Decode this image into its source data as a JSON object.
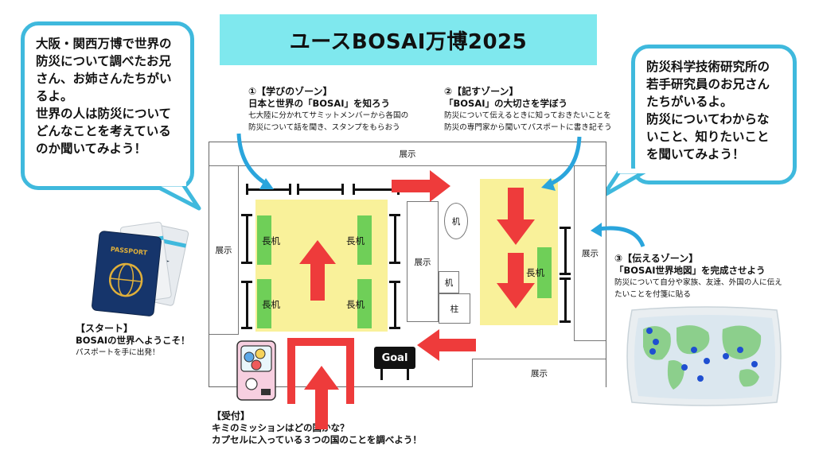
{
  "title": "ユースBOSAI万博2025",
  "bubble_left": [
    "大阪・関西万博で世界の",
    "防災について調べたお兄",
    "さん、お姉さんたちがい",
    "るよ。",
    "世界の人は防災について",
    "どんなことを考えている",
    "のか聞いてみよう！"
  ],
  "bubble_right": [
    "防災科学技術研究所の",
    "若手研究員のお兄さん",
    "たちがいるよ。",
    "防災についてわからな",
    "いこと、知りたいこと",
    "を聞いてみよう！"
  ],
  "zone1": {
    "heading": "①【学びのゾーン】",
    "subtitle": "日本と世界の「BOSAI」を知ろう",
    "desc": [
      "七大陸に分かれてサミットメンバーから各国の",
      "防災について話を聞き、スタンプをもらおう"
    ]
  },
  "zone2": {
    "heading": "②【記すゾーン】",
    "subtitle": "「BOSAI」の大切さを学ぼう",
    "desc": [
      "防災について伝えるときに知っておきたいことを",
      "防災の専門家から聞いてパスポートに書き記そう"
    ]
  },
  "zone3": {
    "heading": "③【伝えるゾーン】",
    "subtitle": "「BOSAI世界地図」を完成させよう",
    "desc": [
      "防災について自分や家族、友達、外国の人に伝え",
      "たいことを付箋に貼る"
    ]
  },
  "start": {
    "heading": "【スタート】",
    "line1": "BOSAIの世界へようこそ！",
    "line2": "パスポートを手に出発！"
  },
  "reception": {
    "heading": "【受付】",
    "line1": "キミのミッションはどの国かな？",
    "line2": "カプセルに入っている３つの国のことを調べよう！"
  },
  "floor": {
    "exhibit": "展示",
    "long_desk": "長机",
    "desk": "机",
    "pillar": "柱",
    "goal": "Goal"
  },
  "passport_label": "PASSPORT",
  "colors": {
    "banner": "#7fe8ee",
    "bubble_border": "#3fb9dd",
    "arrow_red": "#ee3b3b",
    "zone_yellow": "#f9f19a",
    "desk_green": "#6fcf58",
    "pointer_blue": "#2aa5dc"
  }
}
